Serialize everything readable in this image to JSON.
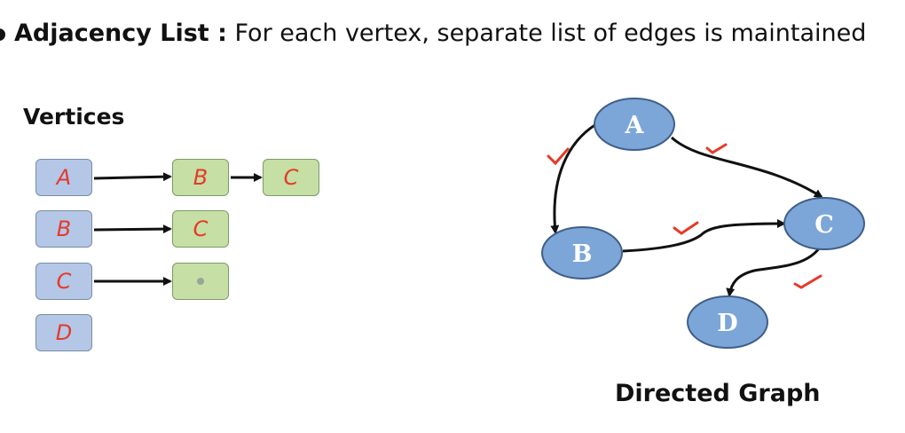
{
  "header": {
    "label": "Adjacency List :",
    "text": "For each vertex, separate list of edges is maintained"
  },
  "vertices_title": "Vertices",
  "adjacency_list": [
    {
      "vertex": "A",
      "edges": [
        "B",
        "C"
      ]
    },
    {
      "vertex": "B",
      "edges": [
        "C"
      ]
    },
    {
      "vertex": "C",
      "edges": [
        ""
      ]
    },
    {
      "vertex": "D",
      "edges": []
    }
  ],
  "graph": {
    "title": "Directed Graph",
    "nodes": [
      "A",
      "B",
      "C",
      "D"
    ],
    "edges": [
      [
        "A",
        "B"
      ],
      [
        "A",
        "C"
      ],
      [
        "B",
        "C"
      ],
      [
        "C",
        "D"
      ]
    ]
  },
  "colors": {
    "vertex_fill": "#b4c7e7",
    "edge_fill": "#c5dfa5",
    "node_fill": "#7da6d8",
    "mark": "#e53a2a"
  }
}
